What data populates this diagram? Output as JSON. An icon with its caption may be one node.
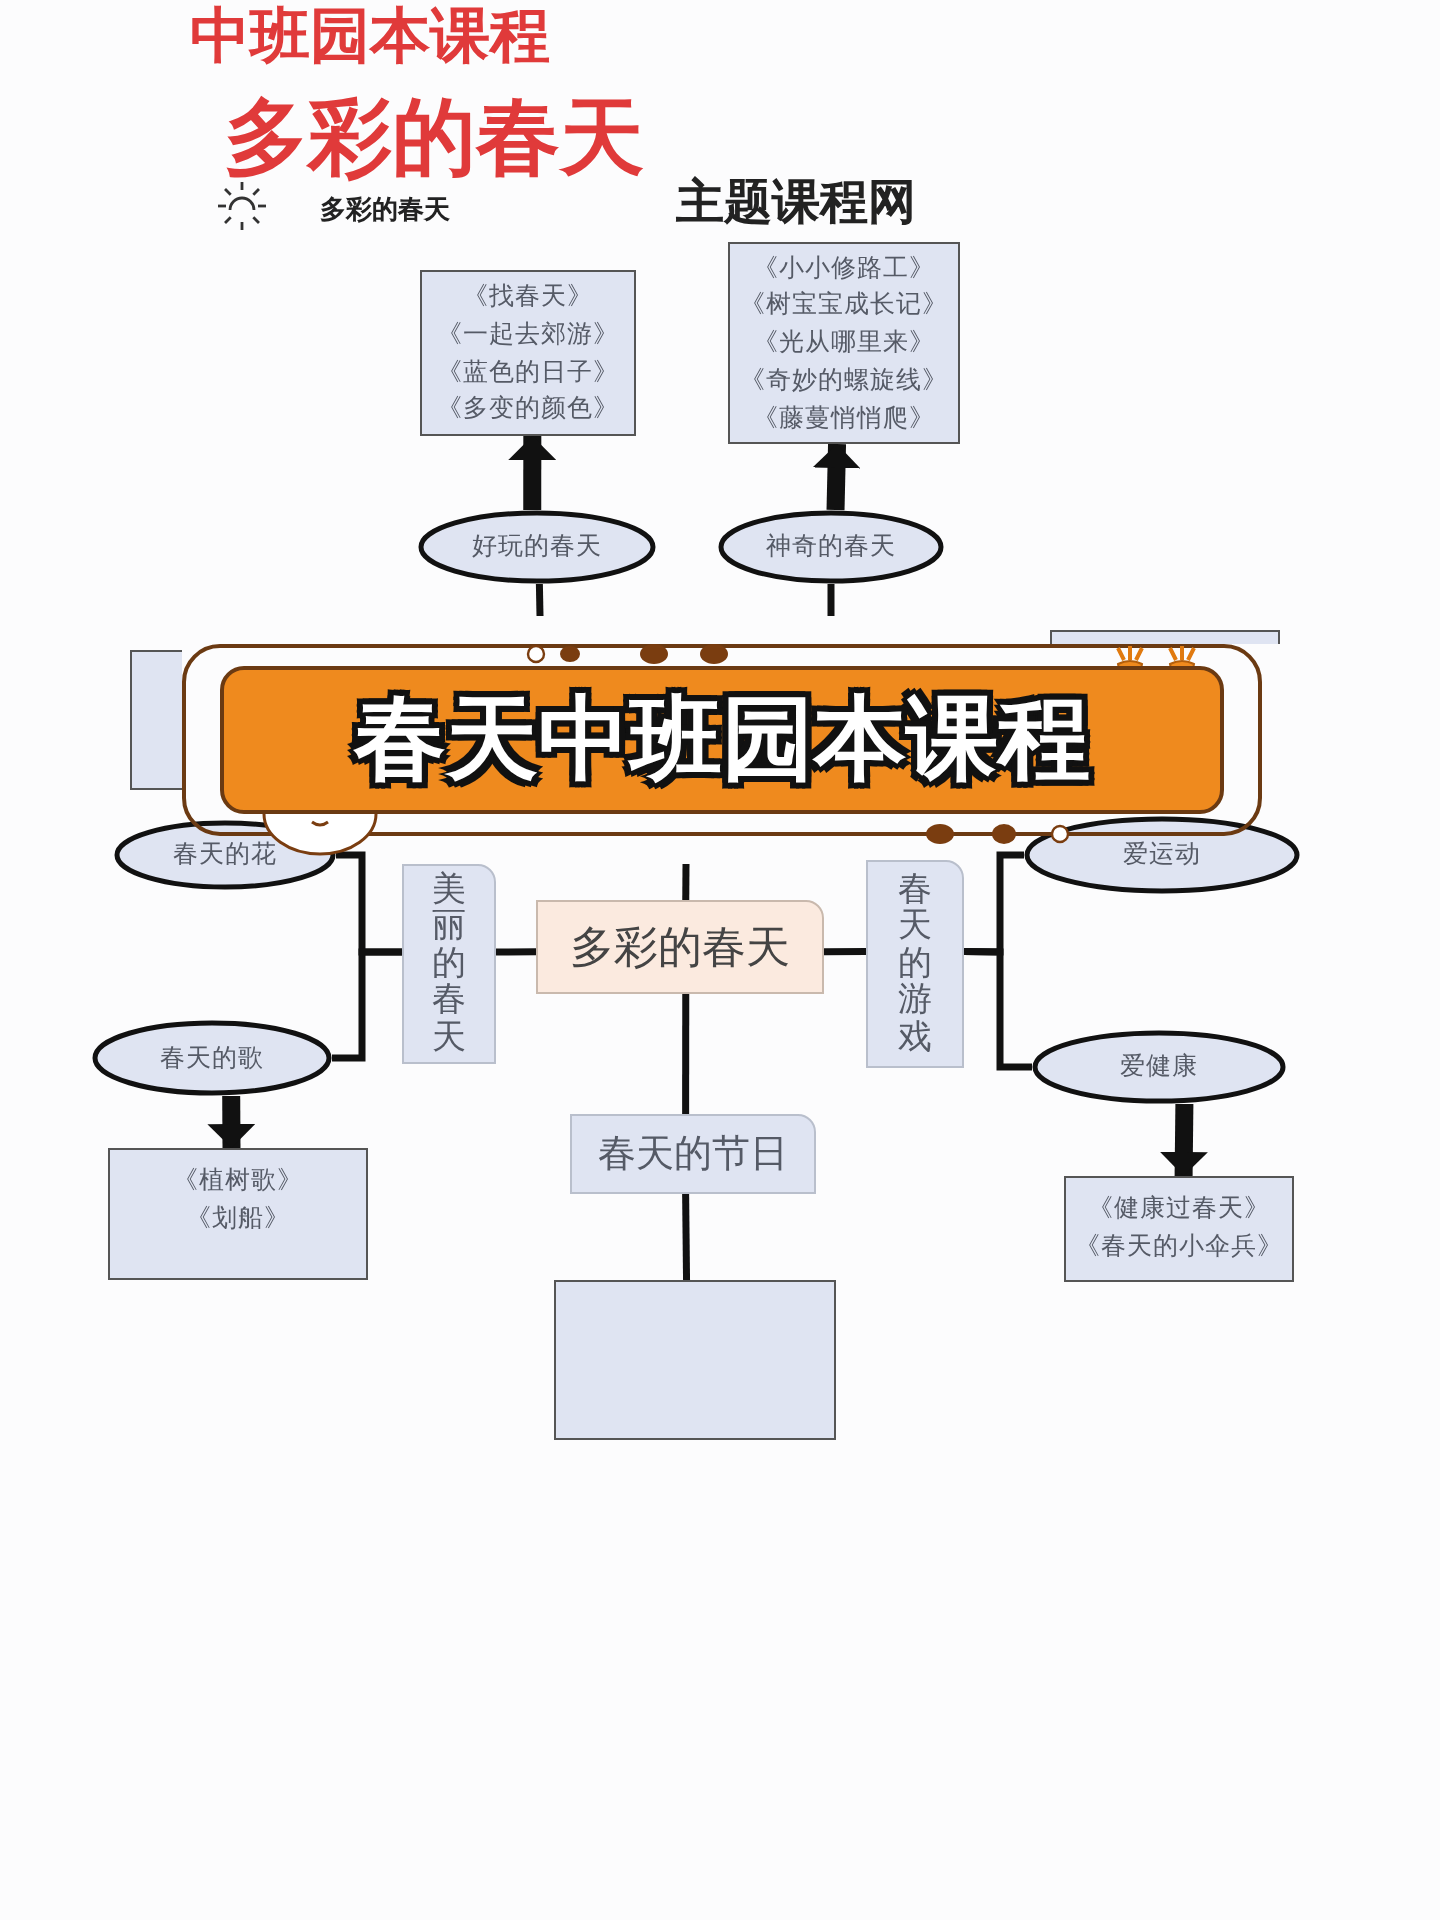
{
  "diagram": {
    "title": "多彩的春天",
    "nodes": [
      {
        "text": [
          "《找春天》",
          "《一起去郊游》",
          "《蓝色的日子》",
          "《多变的颜色》"
        ]
      },
      {
        "text": [
          "《小小修路工》",
          "《树宝宝成长记》",
          "《光从哪里来》",
          "《奇妙的螺旋线》",
          "《藤蔓悄悄爬》"
        ]
      },
      {
        "text": [
          "好玩的春天"
        ]
      },
      {
        "text": [
          "神奇的春天"
        ]
      },
      {
        "text": [],
        "shape": "box"
      },
      {
        "text": [],
        "shape": "box"
      },
      {
        "text": [
          "春天中班园本课程"
        ]
      },
      {
        "text": [
          "春天的花"
        ]
      },
      {
        "text": [
          "爱运动"
        ]
      },
      {
        "text": [
          "美丽的春天"
        ]
      },
      {
        "text": [
          "多彩的春天"
        ]
      },
      {
        "text": [
          "春天的游戏"
        ]
      },
      {
        "text": [
          "春天的歌"
        ]
      },
      {
        "text": [
          "爱健康"
        ]
      },
      {
        "text": [
          "春天的节日"
        ]
      },
      {
        "text": [
          "《植树歌》",
          "《划船》"
        ]
      },
      {
        "text": [
          "《健康过春天》",
          "《春天的小伞兵》"
        ]
      },
      {
        "text": [],
        "shape": "box"
      }
    ],
    "edges": [
      {
        "from": 2,
        "to": 0,
        "arrow": "to",
        "style": "thick"
      },
      {
        "from": 3,
        "to": 1,
        "arrow": "to",
        "style": "thick"
      },
      {
        "from": 2,
        "to": null,
        "arrow": "none"
      },
      {
        "from": 3,
        "to": null,
        "arrow": "none"
      },
      {
        "from": 10,
        "to": null,
        "arrow": "none"
      },
      {
        "from": 10,
        "to": 9,
        "arrow": "none"
      },
      {
        "from": 9,
        "to": 7,
        "arrow": "none"
      },
      {
        "from": 9,
        "to": 12,
        "arrow": "none"
      },
      {
        "from": 12,
        "to": 15,
        "arrow": "to",
        "style": "thick"
      },
      {
        "from": 10,
        "to": 11,
        "arrow": "none"
      },
      {
        "from": 11,
        "to": 8,
        "arrow": "none"
      },
      {
        "from": 11,
        "to": 13,
        "arrow": "none"
      },
      {
        "from": 13,
        "to": 16,
        "arrow": "to",
        "style": "thick"
      },
      {
        "from": 10,
        "to": 14,
        "arrow": "none"
      },
      {
        "from": 14,
        "to": 17,
        "arrow": "none"
      }
    ],
    "labels": [
      "中班园本课程",
      "多彩的春天",
      "主题课程网"
    ]
  }
}
